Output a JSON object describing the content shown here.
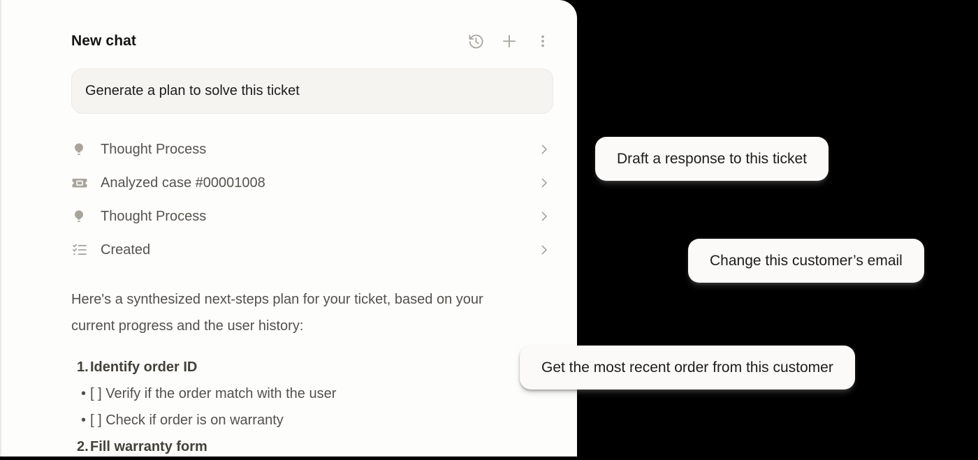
{
  "colors": {
    "background": "#000000",
    "panel_background": "#FDFDFB",
    "bubble_background": "#F5F4F1",
    "text_primary": "#1C1B19",
    "text_secondary": "#54524C",
    "icon_gray": "#A8A49C",
    "suggestion_background": "#FBFAF8"
  },
  "panel": {
    "title": "New chat",
    "toolbar": {
      "history": "history-icon",
      "new_chat": "plus-icon",
      "more": "kebab-menu-icon"
    },
    "user_message": "Generate a plan to solve this ticket",
    "steps": [
      {
        "icon": "lightbulb-icon",
        "label": "Thought Process"
      },
      {
        "icon": "ticket-icon",
        "label": "Analyzed case #00001008"
      },
      {
        "icon": "lightbulb-icon",
        "label": "Thought Process"
      },
      {
        "icon": "checklist-icon",
        "label": "Created"
      }
    ],
    "plan_intro": "Here's a synthesized next-steps plan for your ticket, based on your current progress and the user history:",
    "plan_items": [
      {
        "marker": "1.",
        "text": "Identify order ID",
        "bold": true
      },
      {
        "marker": "•",
        "text": "[ ] Verify if the order match with the user",
        "bold": false
      },
      {
        "marker": "•",
        "text": "[ ] Check if order is on warranty",
        "bold": false
      },
      {
        "marker": "2.",
        "text": "Fill warranty form",
        "bold": true
      }
    ]
  },
  "suggestions": [
    {
      "label": "Draft a response to this ticket"
    },
    {
      "label": "Change this customer’s email"
    },
    {
      "label": "Get the most recent order from this customer"
    }
  ]
}
